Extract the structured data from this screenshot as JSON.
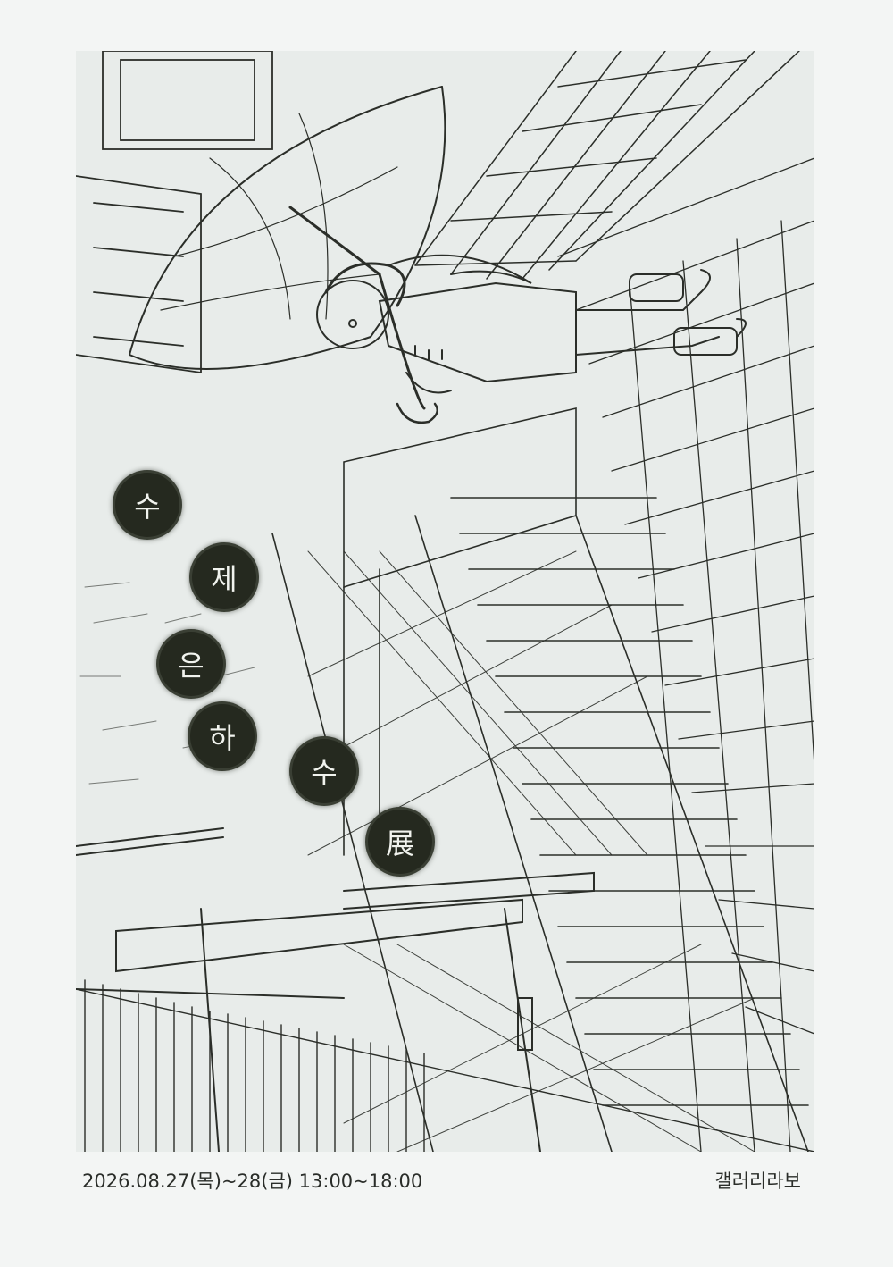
{
  "poster": {
    "background_color": "#f3f5f4",
    "artwork_bg": "#e8ecea",
    "ink_color": "#2b2e29",
    "badge_color": "#25291f",
    "title_chars": [
      "수",
      "제",
      "은",
      "하",
      "수",
      "展"
    ],
    "date_text": "2026.08.27(목)~28(금) 13:00~18:00",
    "venue_text": "갤러리라보"
  }
}
